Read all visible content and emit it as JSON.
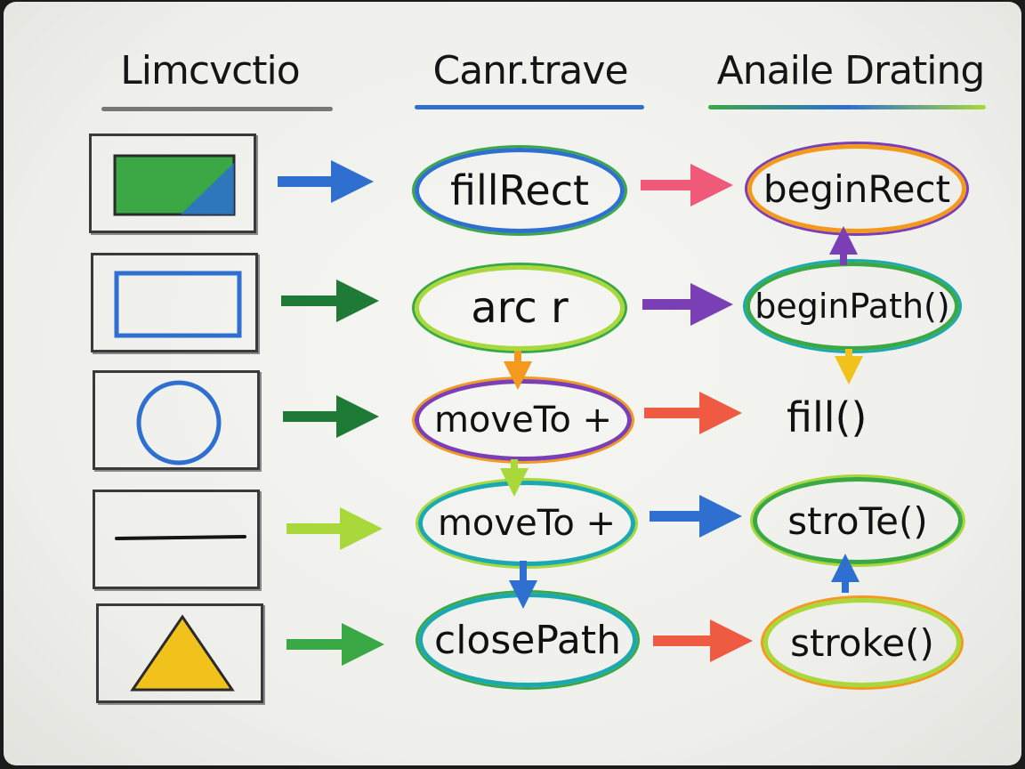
{
  "headers": {
    "col1": "Limcvctio",
    "col2": "Canr.trave",
    "col3": "Anaile Drating"
  },
  "methods": {
    "m1": "fillRect",
    "m2": "arc r",
    "m3": "moveTo +",
    "m4": "moveTo +",
    "m5": "closePath"
  },
  "drawing": {
    "d1": "beginRect",
    "d2": "beginPath()",
    "d3": "fill()",
    "d4": "stroTe()",
    "d5": "stroke()"
  },
  "colors": {
    "green": "#3aa845",
    "blue": "#2e6fd0",
    "darkgreen": "#1f7a38",
    "lime": "#a8d83a",
    "yellow": "#f2c21c",
    "red": "#ee5a42",
    "pink": "#ef5a78",
    "purple": "#7a3fb5",
    "orange": "#f39a1e",
    "teal": "#1aa9b0"
  }
}
